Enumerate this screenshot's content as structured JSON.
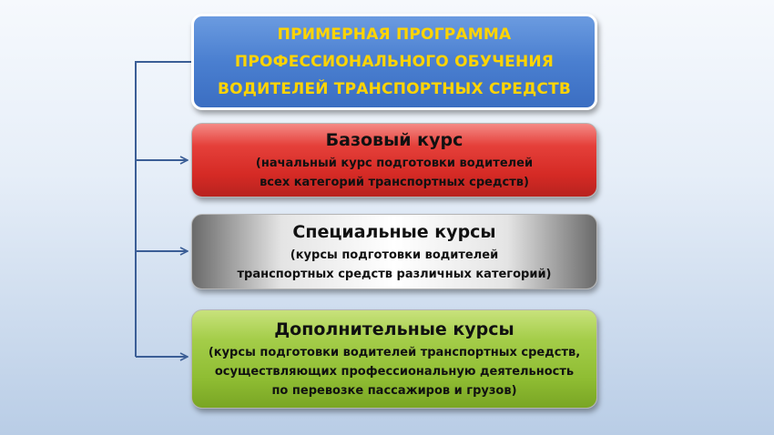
{
  "header": {
    "lines": [
      "ПРИМЕРНАЯ ПРОГРАММА",
      "ПРОФЕССИОНАЛЬНОГО ОБУЧЕНИЯ",
      "ВОДИТЕЛЕЙ ТРАНСПОРТНЫХ СРЕДСТВ"
    ]
  },
  "courses": [
    {
      "title": "Базовый курс",
      "lines": [
        "(начальный курс подготовки водителей",
        "всех категорий транспортных средств)"
      ]
    },
    {
      "title": "Специальные курсы",
      "lines": [
        "(курсы подготовки водителей",
        "транспортных средств различных категорий)"
      ]
    },
    {
      "title": "Дополнительные курсы",
      "lines": [
        "(курсы подготовки водителей транспортных средств,",
        "осуществляющих профессиональную деятельность",
        "по перевозке пассажиров и грузов)"
      ]
    }
  ],
  "colors": {
    "header_fill": "#4a7fd0",
    "header_text": "#ffd400",
    "base_fill": "#d52a25",
    "special_fill": "#e4e4e4",
    "extra_fill": "#a4cd49",
    "connector": "#3b5e96"
  }
}
